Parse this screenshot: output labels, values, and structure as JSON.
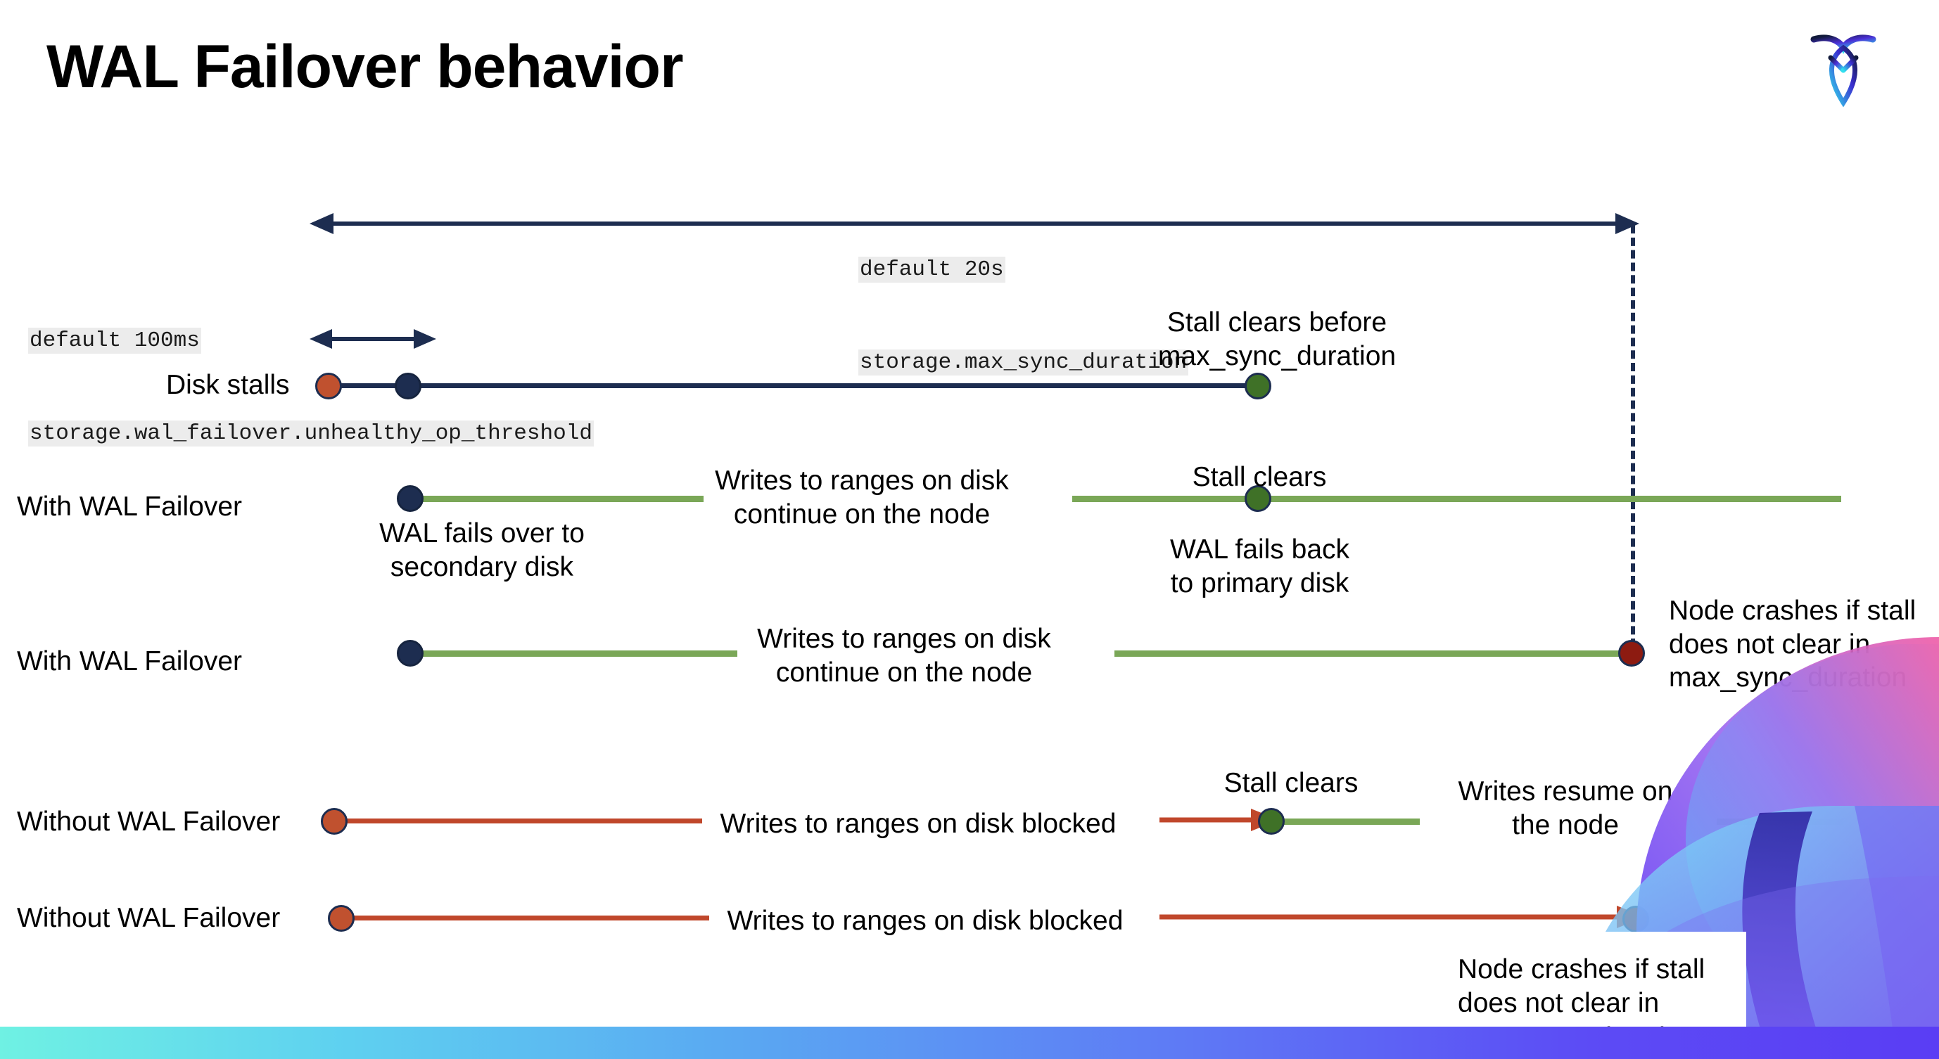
{
  "slide": {
    "title": "WAL Failover behavior",
    "logo_name": "cockroachdb-logo"
  },
  "annotations": {
    "max_sync": {
      "line1": "default 20s",
      "line2": "storage.max_sync_duration"
    },
    "unhealthy_op": {
      "line1": "default 100ms",
      "line2": "storage.wal_failover.unhealthy_op_threshold"
    }
  },
  "rows": [
    {
      "id": "disk-stalls",
      "label": "Disk stalls",
      "notes": [
        "Stall clears before\nmax_sync_duration"
      ]
    },
    {
      "id": "with-wal-failover-1",
      "label": "With WAL Failover",
      "notes": [
        "WAL fails over to\nsecondary disk",
        "Writes to ranges on disk\ncontinue on the node",
        "Stall clears",
        "WAL fails  back\nto primary disk"
      ]
    },
    {
      "id": "with-wal-failover-2",
      "label": "With WAL Failover",
      "notes": [
        "Writes to ranges on disk\ncontinue on the node",
        "Node crashes if stall\ndoes not clear in\nmax_sync_duration"
      ]
    },
    {
      "id": "without-wal-failover-1",
      "label": "Without WAL Failover",
      "notes": [
        "Writes to ranges on disk  blocked",
        "Stall clears",
        "Writes resume on\nthe node"
      ]
    },
    {
      "id": "without-wal-failover-2",
      "label": "Without WAL Failover",
      "notes": [
        "Writes to ranges on disk  blocked",
        "Node crashes if stall\ndoes not clear in\nmax_sync_duration"
      ]
    }
  ],
  "colors": {
    "navy": "#1d2d50",
    "green_line": "#7aa757",
    "red_line": "#c0472b",
    "orange_dot": "#c0512f",
    "green_dot": "#3f7127",
    "dark_red_dot": "#8d1b11",
    "code_bg": "#ececec"
  }
}
